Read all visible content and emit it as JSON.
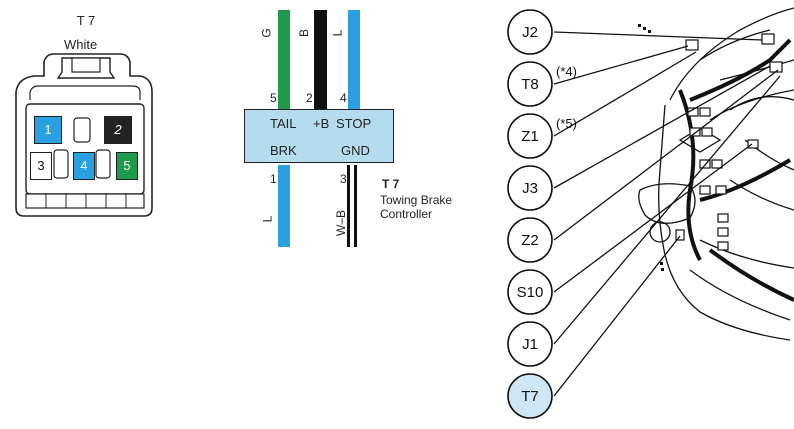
{
  "connector": {
    "id": "T 7",
    "color": "White",
    "pins": [
      {
        "num": "1",
        "fill": "#2aa0e0"
      },
      {
        "num": "2",
        "fill": "#222222"
      },
      {
        "num": "3",
        "fill": "#ffffff"
      },
      {
        "num": "4",
        "fill": "#2aa0e0"
      },
      {
        "num": "5",
        "fill": "#1f9a4a"
      }
    ]
  },
  "box": {
    "labels": {
      "tail": "TAIL",
      "plusb": "+B",
      "stop": "STOP",
      "brk": "BRK",
      "gnd": "GND"
    },
    "fill": "#b5dcee",
    "id": "T 7",
    "name_line1": "Towing Brake",
    "name_line2": "Controller"
  },
  "wires_top": [
    {
      "pin": "5",
      "color_code": "G",
      "hex": "#1f9a4a"
    },
    {
      "pin": "2",
      "color_code": "B",
      "hex": "#111111"
    },
    {
      "pin": "4",
      "color_code": "L",
      "hex": "#2aa0e0"
    }
  ],
  "wires_bottom": [
    {
      "pin": "1",
      "color_code": "L",
      "hex": "#2aa0e0"
    },
    {
      "pin": "3",
      "color_code": "W–B",
      "hex": "#111111"
    }
  ],
  "locators": [
    {
      "label": "J2",
      "note": "",
      "highlight": false
    },
    {
      "label": "T8",
      "note": "(*4)",
      "highlight": false
    },
    {
      "label": "Z1",
      "note": "(*5)",
      "highlight": false
    },
    {
      "label": "J3",
      "note": "",
      "highlight": false
    },
    {
      "label": "Z2",
      "note": "",
      "highlight": false
    },
    {
      "label": "S10",
      "note": "",
      "highlight": false
    },
    {
      "label": "J1",
      "note": "",
      "highlight": false
    },
    {
      "label": "T7",
      "note": "",
      "highlight": true
    }
  ],
  "colors": {
    "highlight": "#cfe6f4",
    "line": "#111111"
  }
}
